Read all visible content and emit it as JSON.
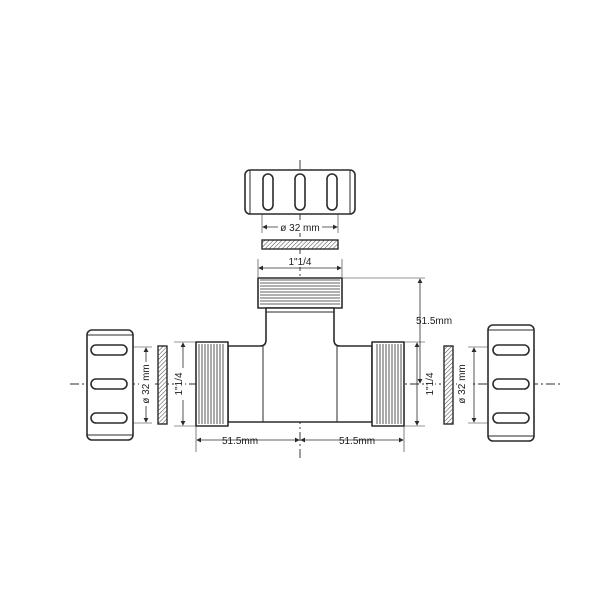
{
  "dimensions": {
    "top_nut_diameter": "ø 32 mm",
    "top_thread": "1\"1/4",
    "vertical_length": "51.5mm",
    "left_length": "51.5mm",
    "right_length": "51.5mm",
    "left_thread": "1\"1/4",
    "left_nut_diameter": "ø 32 mm",
    "right_thread": "1\"1/4",
    "right_nut_diameter": "ø 32 mm"
  },
  "colors": {
    "line": "#2b2b2b",
    "background": "#ffffff"
  }
}
